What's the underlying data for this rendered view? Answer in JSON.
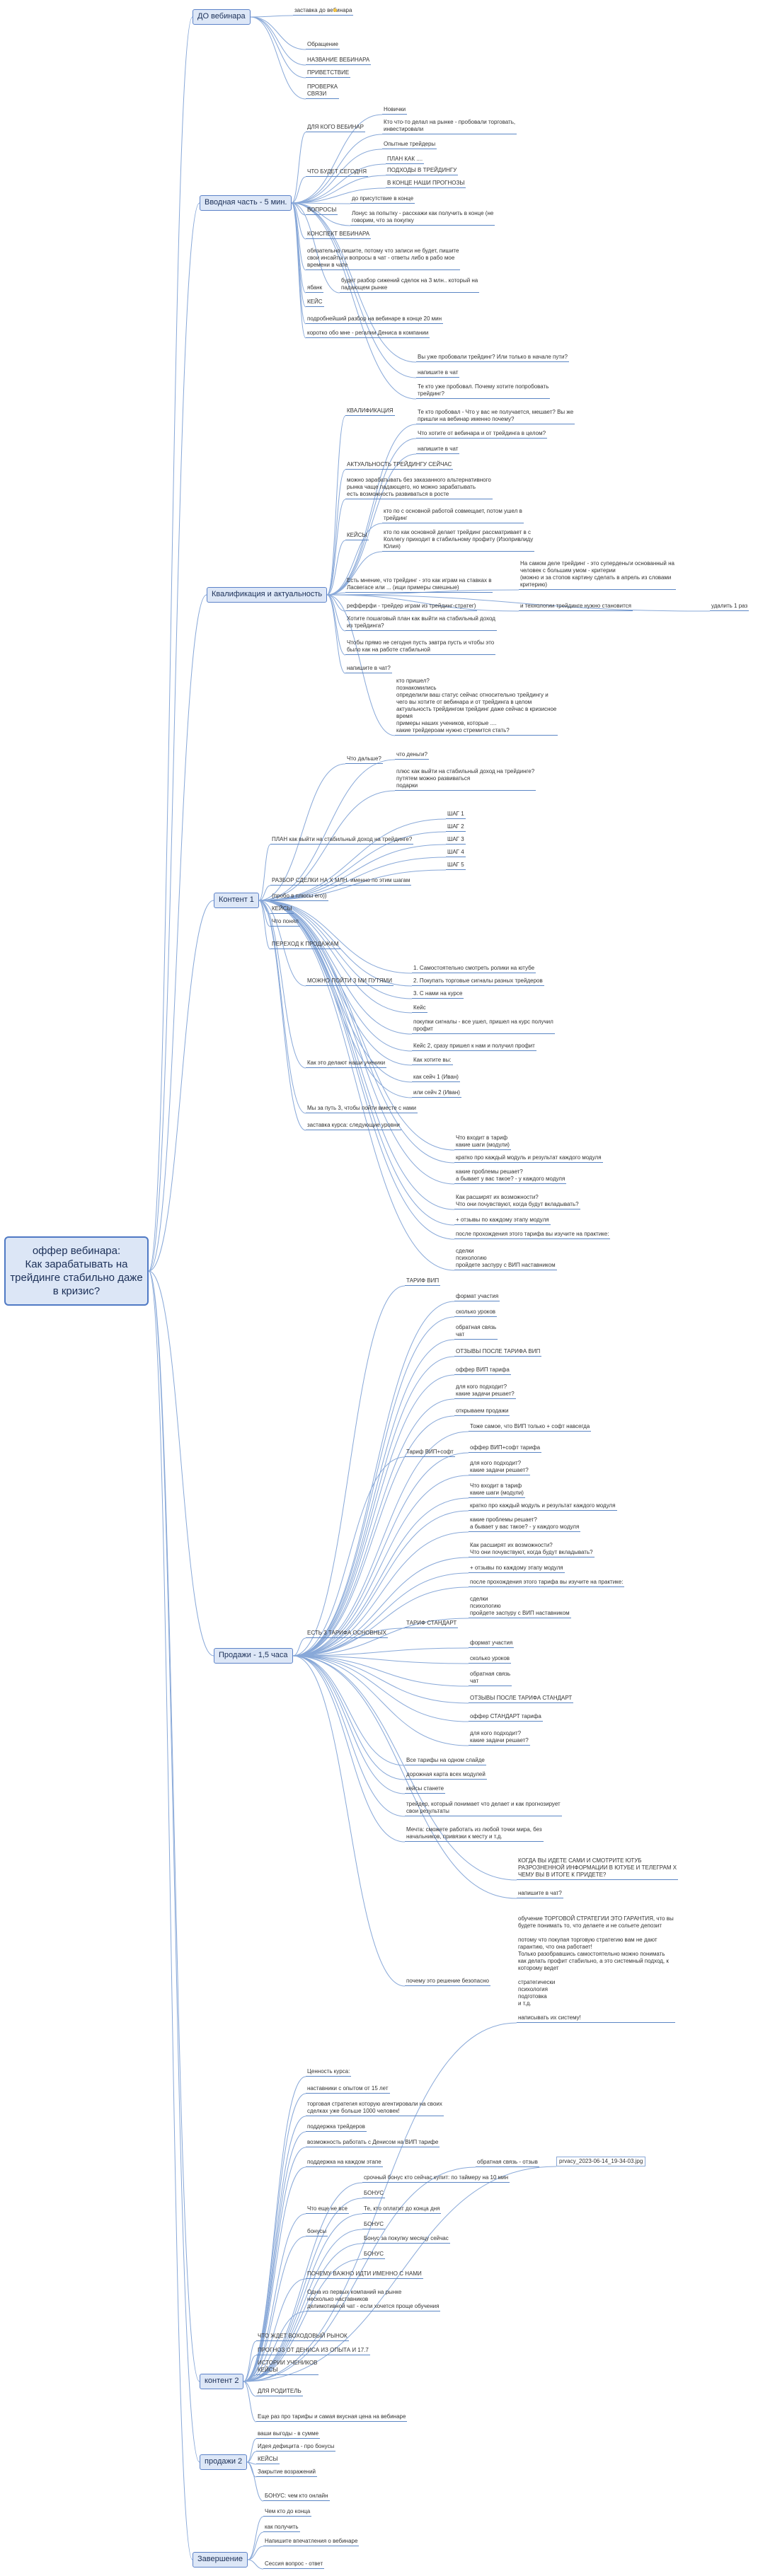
{
  "root": "оффер вебинара:\nКак зарабатывать на трейдинге стабильно даже в кризис?",
  "sections": {
    "do_webinar": "ДО вебинара",
    "intro": "Вводная часть - 5 мин.",
    "qualification": "Квалификация и актуальность",
    "content1": "Контент 1",
    "sales": "Продажи - 1,5 часа",
    "content2": "контент 2",
    "sales2": "продажи 2",
    "ending": "Завершение"
  },
  "nodes": {
    "do_1": "заставка до вебинара",
    "intro_obrashenie": "Обращение",
    "intro_nazvanie": "НАЗВАНИЕ ВЕБИНАРА",
    "intro_privetstvie": "ПРИВЕТСТВИЕ",
    "intro_proverka": "ПРОВЕРКА\nСВЯЗИ",
    "intro_dlya_kogo": "ДЛЯ КОГО ВЕБИНАР",
    "intro_dk_1": "Новички",
    "intro_dk_2": "Кто что-то делал на рынке - пробовали торговать,\nинвестировали",
    "intro_dk_3": "Опытные трейдеры",
    "intro_chto_budet": "ЧТО БУДЕТ СЕГОДНЯ",
    "intro_cb_1": "ПЛАН КАК ....",
    "intro_cb_2": "ПОДХОДЫ В ТРЕЙДИНГУ",
    "intro_cb_3": "В КОНЦЕ НАШИ ПРОГНОЗЫ",
    "intro_voprosy": "ВОПРОСЫ",
    "intro_v_1": "до присутствие в конце",
    "intro_v_2": "Лонус за попытку - расскажи как получить в конце (не\nговорим, что за покупку",
    "intro_konspekt": "КОНСПЕКТ ВЕБИНАРА",
    "intro_obyazatelno": "обязательно пишите, потому что записи не будет, пишите\nсвои инсайты и вопросы в чат - ответы либо в рабо мое\nвремени в чате",
    "intro_ibanbd": "ябанк",
    "intro_ibanbd_1": "будет разбор сижений сделок на 3 млн.. который на\nпадающем рынке",
    "intro_keis": "КЕЙС",
    "intro_podrobno": "подробнейший разбор на вебинаре в конце 20 мин",
    "intro_korotko": "коротко обо мне - регалии Дениса в компании",
    "q_bu_probovali": "Вы уже пробовали трейдинг? Или только в начале пути?",
    "q_kvalifikaciya": "КВАЛИФИКАЦИЯ",
    "q_k_1": "напишите в чат",
    "q_k_2": "Те кто уже пробовал. Почему хотите попробовать\nтрейдинг?",
    "q_k_3": "Те кто пробовал - Что у вас не получается, мешает? Вы же\nпришли на вебинар именно почему?",
    "q_k_4": "Что хотите от вебинара и от трейдинга в целом?",
    "q_k_5": "напишите в чат",
    "q_aktualnost": "АКТУАЛЬНОСТЬ ТРЕЙДИНГУ СЕЙЧАС",
    "q_mozhno": "можно зарабатывать без заказанного альтернативного\nрынка чаще падающего, но можно зарабатывать\nесть возможность развиваться в росте",
    "q_keisy": "КЕЙСЫ",
    "q_keisy_1": "кто по с основной работой совмещает, потом ушел в\nтрейдинг",
    "q_keisy_2": "кто по как основной делает трейдинг рассматривает в с\nКоллегу приходит в стабильному профиту (Изопривлиду\nЮлия)",
    "q_est_mnenie": "Есть мнение, что трейдинг - это как играм на ставках в\nЛасвегасе или ... (ищи примеры смешные)",
    "q_est_mnenie_r": "На самом деле трейдинг - это суперденьги основанный на\nчеловек с большим умом - критерии\n(можно и за стопов картину сделать в апрель из словами\nкритерию)",
    "q_jefferey": "рефферфи - трейдер играм из трейдинг-стратег)",
    "q_jefferey_2": "и технологии трейдинге нужно становится",
    "q_jefferey_3": "удалить 1 раз",
    "q_hotite": "Хотите пошаговый план как выйти на стабильный доход\nиз трейдинга?",
    "q_chtoby_pryamo": "Чтобы прямо не сегодня пусть завтра пусть и чтобы это\nбыло как на работе стабильной",
    "q_napishite": "напишите в чат?",
    "q_kto_prishel": "кто пришел?\nпознакомились\nопределили ваш статус сейчас относительно трейдингу и\nчего вы хотите от вебинара и от трейдинга в целом\nактуальность трейдингом трейдинг даже сейчас в кризисное\nвремя\nпримеры наших учеников, которые ....\nкакие трейдероам нужно стремится стать?",
    "q_chto_dalshe": "Что дальше?",
    "q_chto_dalshe_1": "что деньги?",
    "q_chto_dalshe_2": "плюс как выйти на стабильный доход на трейдинге?\nпутятем можно развиваться\nподарки",
    "c1_plan": "ПЛАН как выйти на стабильный доход на трейдинге?",
    "c1_shag1": "ШАГ 1",
    "c1_shag2": "ШАГ 2",
    "c1_shag3": "ШАГ 3",
    "c1_shag4": "ШАГ 4",
    "c1_shag5": "ШАГ 5",
    "c1_razbor": "РАЗБОР СДЕЛКИ НА X МЛН. именно по этим шагам",
    "c1_proboi": "(пробо в плюсы его))",
    "c1_keisy": "КЕЙСЫ",
    "c1_chto_hotel": "Что понял",
    "c1_perehod": "ПЕРЕХОД К ПРОДАЖАМ",
    "s_mozhno_poiti": "МОЖНО ПОЙТИ 3 МИ ПУТЯМИ",
    "s_mp_1": "1. Самостоятельно смотреть ролики на ютубе",
    "s_mp_2": "2. Покупать торговые сигналы разных трейдеров",
    "s_mp_3": "3. С нами на курсе",
    "s_kak_eto": "Как это делают наши ученики",
    "s_ke_1": "Кейс",
    "s_ke_2": "покупки сигналы - все ушел, пришел на курс получил\nпрофит",
    "s_ke_3": "Кейс 2, сразу пришел к нам и получил профит",
    "s_ke_4": "Как хотите вы:",
    "s_ke_5": "как сейч 1 (Иван)",
    "s_ke_6": "или сейч 2 (Иван)",
    "s_my_za": "Мы за путь 3, чтобы пойти вместе с нами",
    "s_zastavka": "заставка курса: следующие уровни",
    "s_tarif_vip": "ТАРИФ ВИП",
    "s_tv_1": "Что входит в тариф\nкакие шаги (модули)",
    "s_tv_2": "кратко про каждый модуль и результат каждого модуля",
    "s_tv_3": "какие проблемы решает?\nа бывает у вас такое? - у каждого модуля",
    "s_tv_4": "Как расширят их возможности?\nЧто они почувствуют, когда будут вкладывать?",
    "s_tv_5": "+ отзывы по каждому этапу модуля",
    "s_tv_6": "после прохождения этого тарифа вы изучите на практике:",
    "s_tv_7": "сделки\nпсихологию\nпройдете заспуру с ВИП наставником",
    "s_tv_8": "формат участия",
    "s_tv_9": "сколько уроков",
    "s_tv_10": "обратная связь\nчат",
    "s_tv_11": "ОТЗЫВЫ ПОСЛЕ ТАРИФА ВИП",
    "s_tv_12": "оффер ВИП тарифа",
    "s_tv_13": "для кого подходит?\nкакие задачи решает?",
    "s_tv_14": "открываем продажи",
    "s_tarif_vip_soft": "Тариф ВИП+софт",
    "s_tvs_1": "Тоже самое, что ВИП только + софт навсегда",
    "s_tvs_2": "оффер ВИП+софт тарифа",
    "s_tvs_3": "для кого подходит?\nкакие задачи решает?",
    "s_est_3": "ЕСТЬ 3 ТАРИФА ОСНОВНЫХ",
    "s_tarif_standart": "ТАРИФ СТАНДАРТ",
    "s_ts_1": "Что входит в тариф\nкакие шаги (модули)",
    "s_ts_2": "кратко про каждый модуль и результат каждого модуля",
    "s_ts_3": "какие проблемы решает?\nа бывает у вас такое? - у каждого модуля",
    "s_ts_4": "Как расширят их возможности?\nЧто они почувствуют, когда будут вкладывать?",
    "s_ts_5": "+ отзывы по каждому этапу модуля",
    "s_ts_6": "после прохождения этого тарифа вы изучите на практике:",
    "s_ts_7": "сделки\nпсихологию\nпройдете заспуру с ВИП наставником",
    "s_ts_8": "формат участия",
    "s_ts_9": "сколько уроков",
    "s_ts_10": "обратная связь\nчат",
    "s_ts_11": "ОТЗЫВЫ ПОСЛЕ ТАРИФА СТАНДАРТ",
    "s_ts_12": "оффер СТАНДАРТ тарифа",
    "s_ts_13": "для кого подходит?\nкакие задачи решает?",
    "s_vse_tarify": "Все тарифы на одном слайде",
    "s_dopolnit": "дорожная карта всех модулей",
    "s_keisy_stanete": "кейсы станете",
    "s_treider": "трейдер, который понимает что делает и как прогнозирует\nсвои результаты",
    "s_mechta": "Мечта: сможете работать из любой точки мира, без\nначальников, привязки к месту и т.д.",
    "s_pochemu": "почему это решение безопасно",
    "s_p_1": "КОГДА ВЫ ИДЕТЕ САМИ И СМОТРИТЕ ЮТУБ\nРАЗРОЗНЕННОЙ ИНФОРМАЦИИ В ЮТУБЕ И ТЕЛЕГРАМ Х\nЧЕМУ ВЫ В ИТОГЕ К ПРИДЕТЕ?",
    "s_p_2": "напишите в чат?",
    "s_p_3": "обучение ТОРГОВОЙ СТРАТЕГИИ ЭТО ГАРАНТИЯ, что вы\nбудете понимать то, что делаете и не сольете депозит\n\nпотому что покупая торговую стратегию вам не дают\nгарантию, что она работает!\nТолько разобравшись самостоятельно можно понимать\nкак делать профит стабильно, а это системный подход, к\nкоторому ведет\n\nстратегически\nпсихология\nподготовка\nи т.д.\n\nнаписывать их систему!",
    "s_cennost": "Ценность курса:",
    "s_c_1": "наставники с опытом от 15 лет",
    "s_c_2": "торговая стратегия которую агентировали на своих\nсделках уже больше 1000 человек!",
    "s_c_3": "поддержка трейдеров",
    "s_c_4": "возможность работать с Денисом на ВИП тарифе",
    "s_podderzhka": "поддержка на каждом этапе",
    "s_ps_1": "обратная связь - отзыв",
    "s_ps_2": "prvacy_2023-06-14_19-34-03.jpg",
    "s_srochny": "срочный бонус кто сейчас купит: по таймеру на 10 мин",
    "s_bonus1": "БОНУС",
    "s_chto_esche": "Что еще не все",
    "s_ce_1": "Те, кто оплатит до конца дня",
    "s_bonusy": "бонусы",
    "s_bonus2": "БОНУС",
    "s_bonus_za": "Бонус за покупку месяцу сейчас",
    "s_bonus3": "БОНУС",
    "s_pochemu_vazhno": "ПОЧЕМУ ВАЖНО ИДТИ ИМЕННО С НАМИ",
    "s_pv_1": "Одна из первых компаний на рынке\nнесколько наставников\nделимотивной чат - если хочется проще обучения",
    "c2_chto_zhdet": "ЧТО ЖДЕТ ВОХОДОВЫЙ РЫНОК",
    "c2_prognoz": "ПРОГНОЗ ОТ ДЕНИСА ИЗ ОПЫТА И 17.7",
    "c2_istorii": "ИСТОРИИ УЧЕНИКОВ\nКЕЙСЫ",
    "c2_dlya": "ДЛЯ РОДИТЕЛЬ",
    "p2_esche": "Еще раз про тарифы и самая вкусная цена на вебинаре",
    "p2_vashi": "ваши выгоды - в сумме",
    "p2_ideya": "Идея дефицита - про бонусы",
    "p2_keisy": "КЕЙСЫ",
    "p2_zakrytie": "Закрытие возражений",
    "e_bonus": "БОНУС: чем кто онлайн",
    "e_chem": "Чем кто до конца",
    "e_kak": "как получить",
    "e_napishite": "Напишите впечатления о вебинаре",
    "e_sessii": "Сессия вопрос - ответ"
  }
}
